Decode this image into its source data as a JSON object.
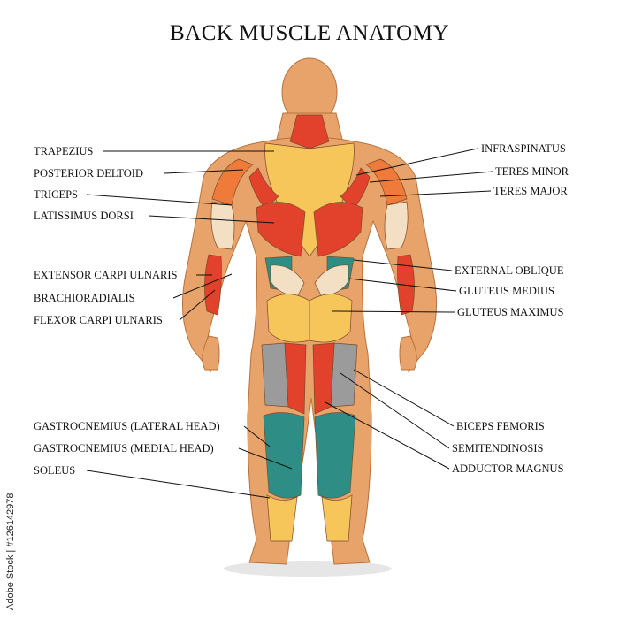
{
  "title": "BACK MUSCLE  ANATOMY",
  "labels_left": [
    "TRAPEZIUS",
    "POSTERIOR DELTOID",
    "TRICEPS",
    "LATISSIMUS DORSI",
    "EXTENSOR CARPI ULNARIS",
    "BRACHIORADIALIS",
    "FLEXOR CARPI ULNARIS",
    "GASTROCNEMIUS (LATERAL HEAD)",
    "GASTROCNEMIUS (MEDIAL HEAD)",
    "SOLEUS"
  ],
  "labels_right": [
    "INFRASPINATUS",
    "TERES MINOR",
    "TERES MAJOR",
    "EXTERNAL OBLIQUE",
    "GLUTEUS MEDIUS",
    "GLUTEUS MAXIMUS",
    "BICEPS FEMORIS",
    "SEMITENDINOSIS",
    "ADDUCTOR MAGNUS"
  ],
  "stock_id": "Adobe Stock | #126142978",
  "colors": {
    "skin": "#E8A36A",
    "red": "#E2412C",
    "orange": "#F07A3A",
    "yellow": "#F6C65A",
    "cream": "#F3DFC4",
    "teal": "#2E8E85",
    "gray": "#9B9B9B"
  }
}
